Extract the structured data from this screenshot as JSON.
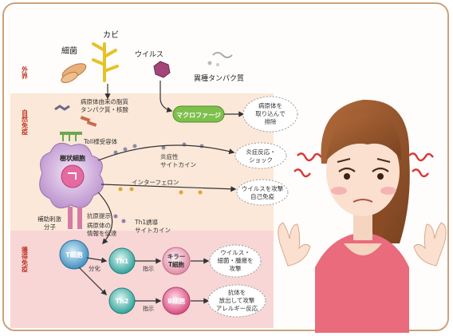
{
  "zones": {
    "outside": "外界",
    "innate": "自然免疫",
    "adaptive": "獲得免疫"
  },
  "pathogens": {
    "bacteria": "細菌",
    "fungi": "カビ",
    "virus": "ウイルス",
    "foreign_protein": "異種タンパク質"
  },
  "labels": {
    "pathogen_components_line1": "病原体由来の脂質",
    "pathogen_components_line2": "タンパク質・核酸",
    "toll_receptor": "Toll様受容体",
    "dendritic_cell": "樹状細胞",
    "inflammatory_cytokine_line1": "炎症性",
    "inflammatory_cytokine_line2": "サイトカイン",
    "interferon": "インターフェロン",
    "costim_line1": "補助刺激",
    "costim_line2": "分子",
    "antigen_presentation": "抗原提示",
    "pathogen_info_line1": "病原体の",
    "pathogen_info_line2": "情報を伝達",
    "th1_induction_line1": "Th1誘導",
    "th1_induction_line2": "サイトカイン",
    "differentiation": "分化",
    "activation1": "指示",
    "activation2": "指示"
  },
  "cells": {
    "macrophage": "マクロファージ",
    "t_cell": "T細胞",
    "th1": "Th1",
    "th2": "Th2",
    "killer_t_line1": "キラー",
    "killer_t_line2": "T細胞",
    "b_cell": "B細胞"
  },
  "outcomes": {
    "phagocytosis_line1": "病原体を",
    "phagocytosis_line2": "取り込んで",
    "phagocytosis_line3": "排除",
    "inflammation_line1": "炎症反応・",
    "inflammation_line2": "ショック",
    "virus_attack_line1": "ウイルスを攻撃",
    "virus_attack_line2": "自己免疫",
    "killer_attack_line1": "ウイルス・",
    "killer_attack_line2": "細菌・腫瘍を",
    "killer_attack_line3": "攻撃",
    "antibody_line1": "抗体を",
    "antibody_line2": "放出して攻撃",
    "antibody_line3": "アレルギー反応"
  },
  "colors": {
    "macrophage": "#7fbf4d",
    "dendritic": "#c9a3d6",
    "t_cell": "#4a9fc9",
    "th": "#3fb0a8",
    "killer": "#e8a0b4",
    "b_cell": "#e45a8a",
    "innate_band": "#fbe7d6",
    "adaptive_band": "#f8d4d4"
  }
}
